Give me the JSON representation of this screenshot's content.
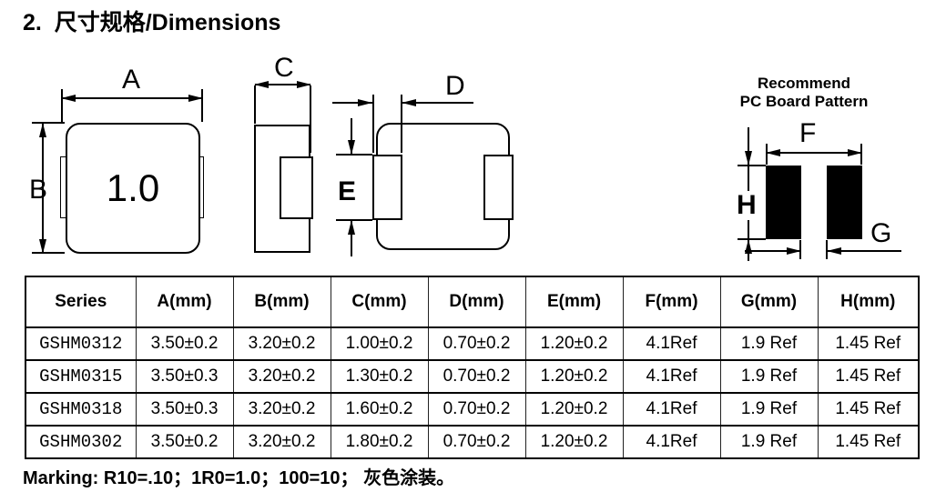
{
  "title": "2.  尺寸规格/Dimensions",
  "drawings": {
    "front_view": {
      "part_marking": "1.0",
      "dim_a": "A",
      "dim_b": "B"
    },
    "side_view": {
      "dim_c": "C"
    },
    "bottom_view": {
      "dim_d": "D",
      "dim_e": "E"
    },
    "pcb_pattern": {
      "heading_line1": "Recommend",
      "heading_line2": "PC Board Pattern",
      "dim_f": "F",
      "dim_g": "G",
      "dim_h": "H"
    }
  },
  "table": {
    "headers": [
      "Series",
      "A(mm)",
      "B(mm)",
      "C(mm)",
      "D(mm)",
      "E(mm)",
      "F(mm)",
      "G(mm)",
      "H(mm)"
    ],
    "rows": [
      [
        "GSHM0312",
        "3.50±0.2",
        "3.20±0.2",
        "1.00±0.2",
        "0.70±0.2",
        "1.20±0.2",
        "4.1Ref",
        "1.9 Ref",
        "1.45 Ref"
      ],
      [
        "GSHM0315",
        "3.50±0.3",
        "3.20±0.2",
        "1.30±0.2",
        "0.70±0.2",
        "1.20±0.2",
        "4.1Ref",
        "1.9 Ref",
        "1.45 Ref"
      ],
      [
        "GSHM0318",
        "3.50±0.3",
        "3.20±0.2",
        "1.60±0.2",
        "0.70±0.2",
        "1.20±0.2",
        "4.1Ref",
        "1.9 Ref",
        "1.45 Ref"
      ],
      [
        "GSHM0302",
        "3.50±0.2",
        "3.20±0.2",
        "1.80±0.2",
        "0.70±0.2",
        "1.20±0.2",
        "4.1Ref",
        "1.9 Ref",
        "1.45 Ref"
      ]
    ]
  },
  "marking_note": "Marking: R10=.10；1R0=1.0；100=10； 灰色涂装。",
  "colors": {
    "ink": "#000000",
    "background": "#ffffff",
    "pad_fill": "#000000"
  }
}
